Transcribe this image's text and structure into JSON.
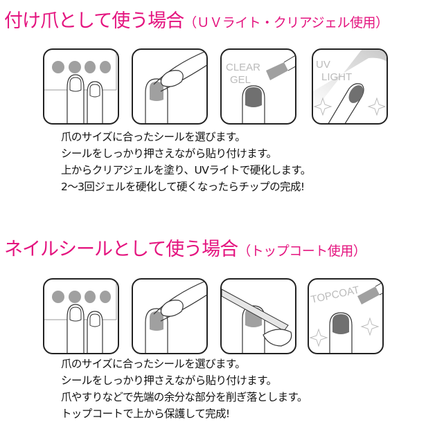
{
  "section_tip": {
    "title": "付け爪として使う場合",
    "subtitle": "（ＵＶライト・クリアジェル使用）",
    "panel_labels": {
      "clear_gel_1": "CLEAR",
      "clear_gel_2": "GEL",
      "uv_1": "UV",
      "uv_2": "LIGHT"
    },
    "steps": [
      "爪のサイズに合ったシールを選びます。",
      "シールをしっかり押さえながら貼り付けます。",
      "上からクリアジェルを塗り、UVライトで硬化します。",
      "2～3回ジェルを硬化して硬くなったらチップの完成!"
    ]
  },
  "section_sticker": {
    "title": "ネイルシールとして使う場合",
    "subtitle": "（トップコート使用）",
    "panel_labels": {
      "topcoat": "TOPCOAT"
    },
    "steps": [
      "爪のサイズに合ったシールを選びます。",
      "シールをしっかり押さえながら貼り付けます。",
      "爪やすりなどで先端の余分な部分を削ぎ落とします。",
      "トップコートで上から保護して完成!"
    ]
  },
  "colors": {
    "accent": "#e4147f",
    "nail_gray": "#a0a0a0",
    "nail_dark": "#707070"
  }
}
